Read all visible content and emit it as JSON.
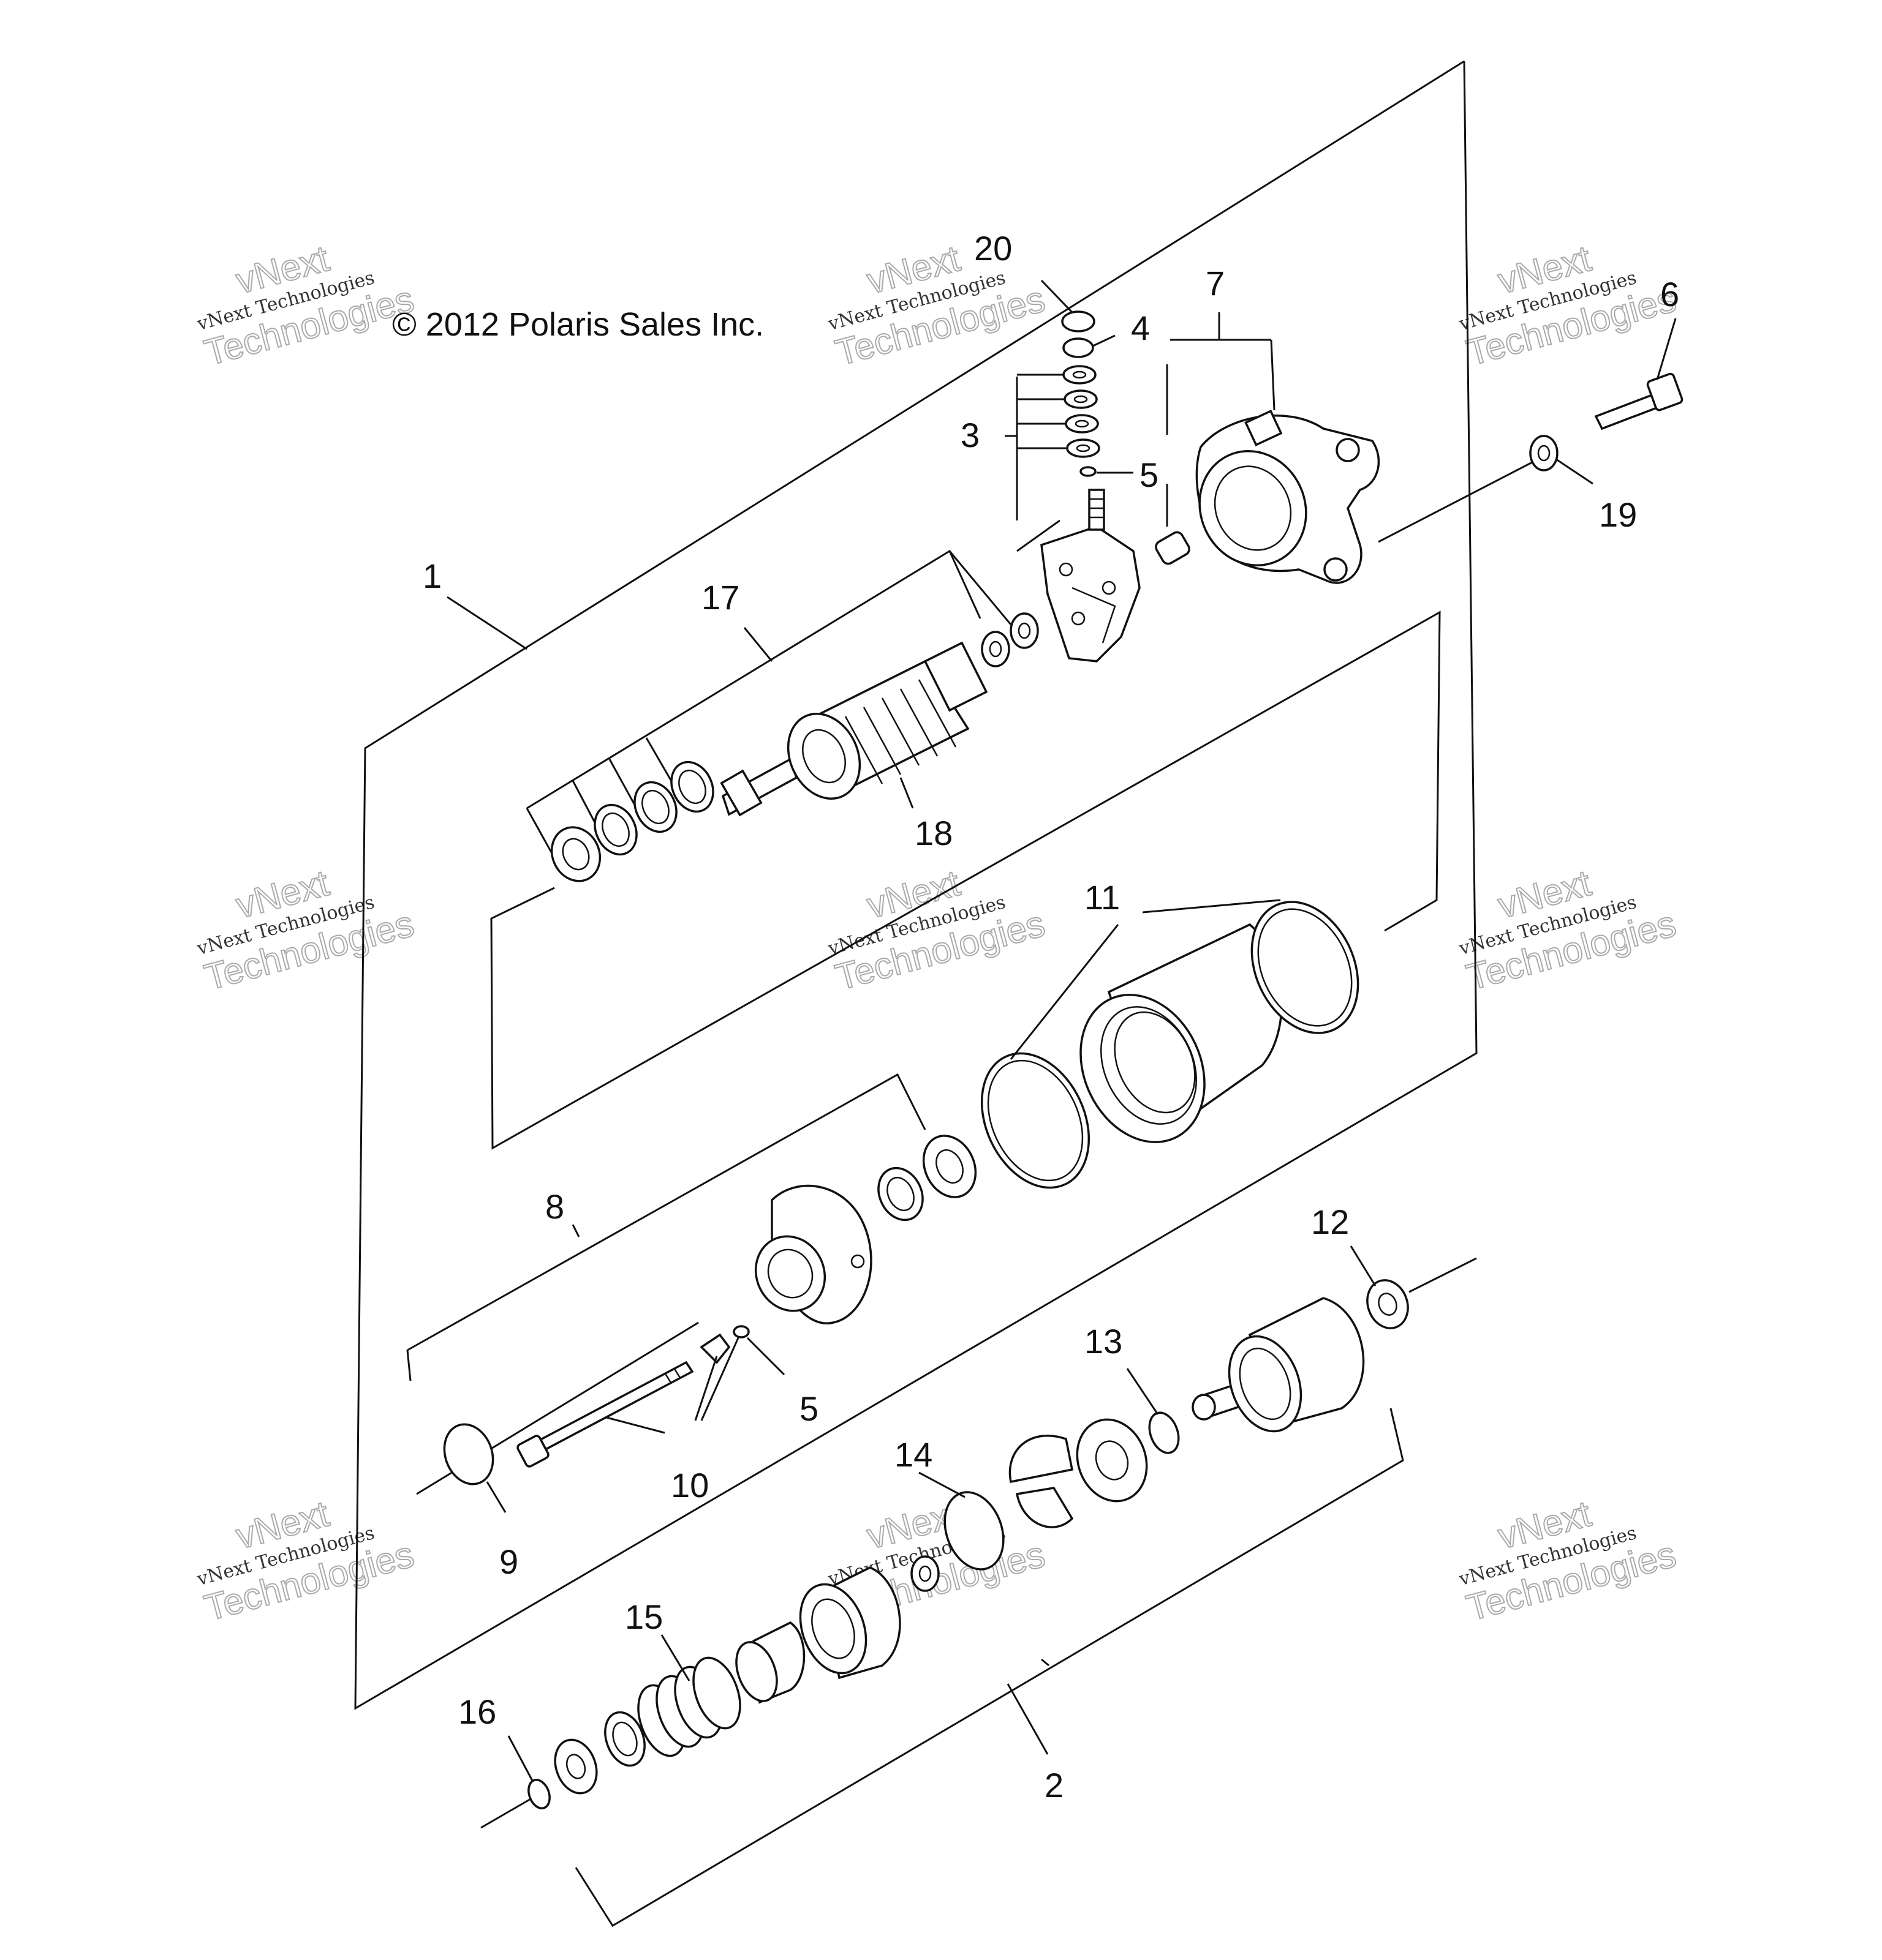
{
  "copyright": "© 2012 Polaris Sales Inc.",
  "watermark": {
    "brand": "vNext",
    "company_line": "vNext Technologies",
    "big_word": "Technologies"
  },
  "callouts": [
    {
      "id": "1",
      "text": "1"
    },
    {
      "id": "2",
      "text": "2"
    },
    {
      "id": "3",
      "text": "3"
    },
    {
      "id": "4",
      "text": "4"
    },
    {
      "id": "5a",
      "text": "5"
    },
    {
      "id": "5b",
      "text": "5"
    },
    {
      "id": "6",
      "text": "6"
    },
    {
      "id": "7",
      "text": "7"
    },
    {
      "id": "8",
      "text": "8"
    },
    {
      "id": "9",
      "text": "9"
    },
    {
      "id": "10",
      "text": "10"
    },
    {
      "id": "11",
      "text": "11"
    },
    {
      "id": "12",
      "text": "12"
    },
    {
      "id": "13",
      "text": "13"
    },
    {
      "id": "14",
      "text": "14"
    },
    {
      "id": "15",
      "text": "15"
    },
    {
      "id": "16",
      "text": "16"
    },
    {
      "id": "17",
      "text": "17"
    },
    {
      "id": "18",
      "text": "18"
    },
    {
      "id": "19",
      "text": "19"
    },
    {
      "id": "20",
      "text": "20"
    }
  ]
}
